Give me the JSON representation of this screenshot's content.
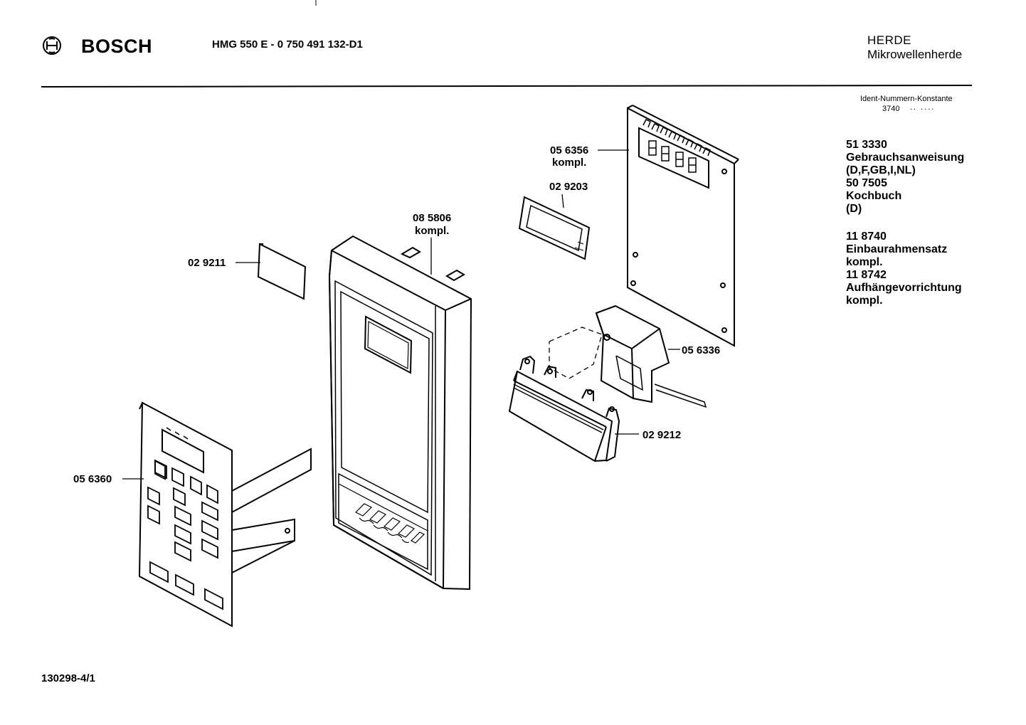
{
  "header": {
    "brand": "BOSCH",
    "model": "HMG 550 E - 0 750 491 132-D1",
    "category": "HERDE",
    "subcategory": "Mikrowellenherde"
  },
  "ident": {
    "label": "Ident-Nummern-Konstante",
    "value": "3740",
    "dots": ".. ...."
  },
  "accessories": [
    {
      "number": "51 3330",
      "desc": [
        "Gebrauchsanweisung",
        "(D,F,GB,I,NL)"
      ]
    },
    {
      "number": "50 7505",
      "desc": [
        "Kochbuch",
        "(D)"
      ]
    },
    {
      "number": "11 8740",
      "desc": [
        "Einbaurahmensatz",
        "kompl."
      ]
    },
    {
      "number": "11 8742",
      "desc": [
        "Aufhängevorrichtung",
        "kompl."
      ]
    }
  ],
  "parts": {
    "p056356": {
      "number": "05 6356",
      "note": "kompl."
    },
    "p029203": {
      "number": "02 9203"
    },
    "p085806": {
      "number": "08 5806",
      "note": "kompl."
    },
    "p029211": {
      "number": "02 9211"
    },
    "p056336": {
      "number": "05 6336"
    },
    "p029212": {
      "number": "02 9212"
    },
    "p056360": {
      "number": "05 6360"
    }
  },
  "footer": {
    "drawing_id": "130298-4/1"
  }
}
